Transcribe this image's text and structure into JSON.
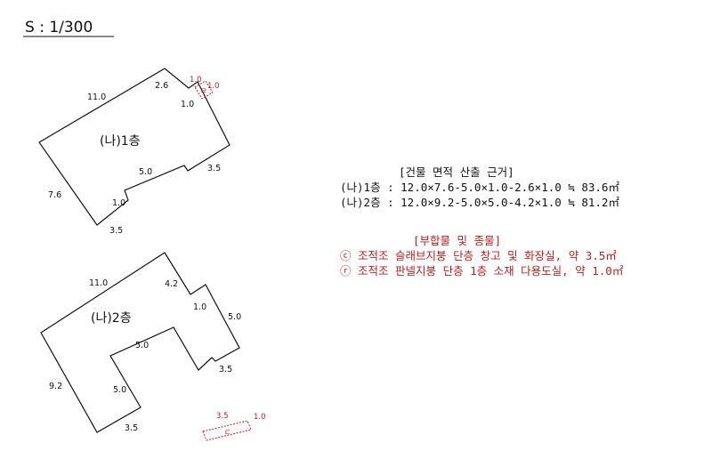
{
  "scale": "S : 1/300",
  "building_1": {
    "label": "(나)1층",
    "dims": {
      "top": "11.0",
      "left": "7.6",
      "bottom": "3.5",
      "notch_top": "2.6",
      "notch_side": "1.0",
      "inner_long": "5.0",
      "inner_right": "3.5",
      "inner_short": "1.0"
    }
  },
  "annex_ㄹ": {
    "symbol": "ㄹ",
    "width": "1.0",
    "height": "1.0"
  },
  "building_2": {
    "label": "(나)2층",
    "dims": {
      "top": "11.0",
      "left": "9.2",
      "bottom": "3.5",
      "notch_top": "4.2",
      "notch_side": "1.0",
      "right_side": "5.0",
      "inner_top": "5.0",
      "inner_left": "5.0",
      "inner_right": "3.5"
    }
  },
  "annex_ㄷ": {
    "symbol": "ㄷ",
    "length": "3.5",
    "width": "1.0"
  },
  "area_calc": {
    "heading": "[건물 면적 산출 근거]",
    "lines": [
      "(나)1층 : 12.0×7.6-5.0×1.0-2.6×1.0 ≒ 83.6㎡",
      "(나)2층 : 12.0×9.2-5.0×5.0-4.2×1.0 ≒ 81.2㎡"
    ]
  },
  "annexes": {
    "heading": "[부합물 및 종물]",
    "lines": [
      "ⓒ 조적조 슬래브지붕 단층 창고 및 화장실, 약 3.5㎡",
      "ⓡ 조적조 판넬지붕 단층 1층 소재 다용도실, 약 1.0㎡"
    ]
  },
  "colors": {
    "line": "#111111",
    "annex": "#b22222"
  }
}
